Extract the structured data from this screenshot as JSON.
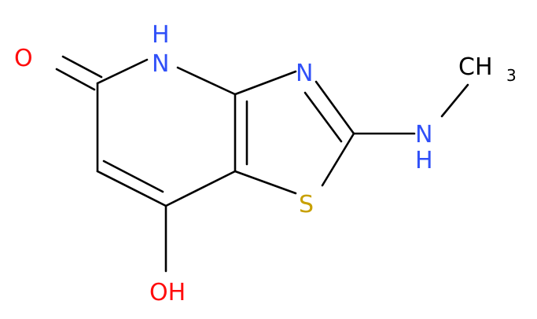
{
  "colors": {
    "bond": "#000000",
    "oxygen": "#ff0d0d",
    "nitrogen": "#3050f8",
    "sulfur": "#c8a000",
    "carbon": "#000000"
  },
  "atoms": {
    "o_carbonyl": "O",
    "n_ring_h": "H",
    "n_ring_n": "N",
    "n_thiazole": "N",
    "s_thiazole": "S",
    "n_amine": "N",
    "n_amine_h": "H",
    "ch3_c": "CH",
    "ch3_sub": "3",
    "oh": "OH"
  }
}
